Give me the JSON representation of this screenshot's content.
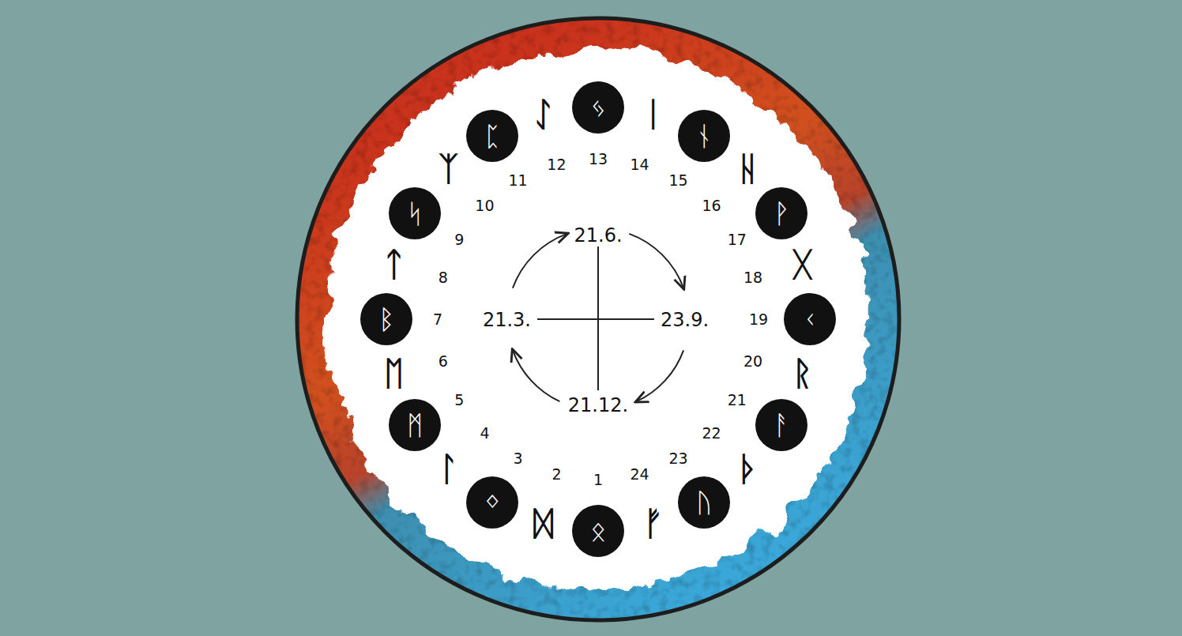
{
  "diagram": {
    "nodes": [
      {
        "text": [
          "ᛟ"
        ]
      },
      {
        "text": [
          "ᛜ"
        ]
      },
      {
        "text": [
          "ᛗ"
        ]
      },
      {
        "text": [
          "ᛒ"
        ]
      },
      {
        "text": [
          "ᛋ"
        ]
      },
      {
        "text": [
          "ᛈ"
        ]
      },
      {
        "text": [
          "ᛃ"
        ]
      },
      {
        "text": [
          "ᚾ"
        ]
      },
      {
        "text": [
          "ᚹ"
        ]
      },
      {
        "text": [
          "ᚲ"
        ]
      },
      {
        "text": [
          "ᚨ"
        ]
      },
      {
        "text": [
          "ᚢ"
        ]
      }
    ],
    "labels": [
      "21.6.",
      "23.9.",
      "21.12.",
      "21.3.",
      "1",
      "2",
      "3",
      "4",
      "5",
      "6",
      "7",
      "8",
      "9",
      "10",
      "11",
      "12",
      "13",
      "14",
      "15",
      "16",
      "17",
      "18",
      "19",
      "20",
      "21",
      "22",
      "23",
      "24",
      "ᛞ",
      "ᛚ",
      "ᛖ",
      "ᛏ",
      "ᛉ",
      "ᛇ",
      "ᛁ",
      "ᚺ",
      "ᚷ",
      "ᚱ",
      "ᚦ",
      "ᚠ"
    ]
  }
}
